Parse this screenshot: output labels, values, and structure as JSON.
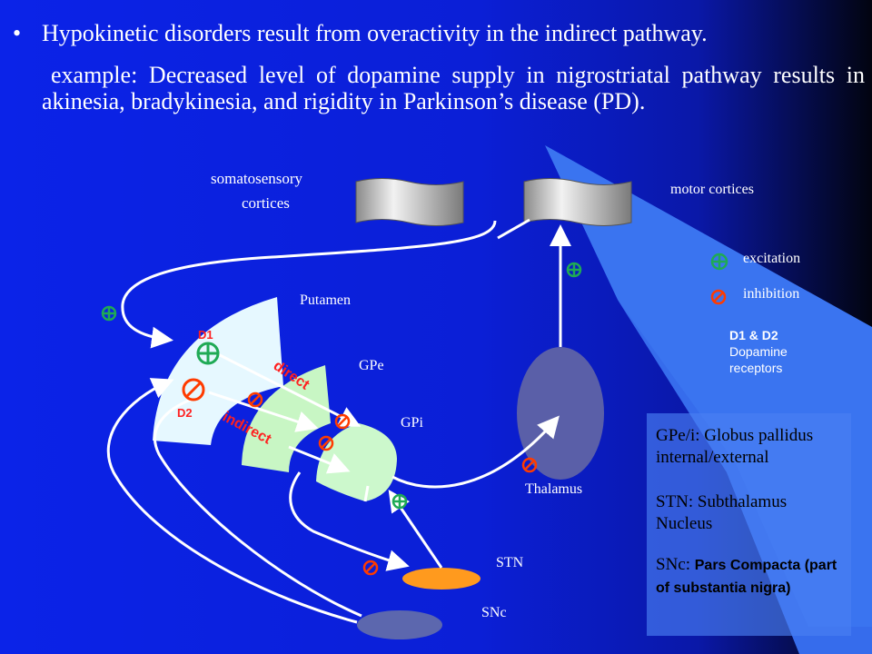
{
  "slide": {
    "bullet_char": "•",
    "heading": "Hypokinetic disorders result from overactivity in the indirect pathway.",
    "paragraph": "example: Decreased level of dopamine supply in nigrostriatal pathway results in akinesia, bradykinesia, and rigidity in Parkinson’s disease (PD)."
  },
  "diagram": {
    "somatosensory_line1": "somatosensory",
    "somatosensory_line2": "cortices",
    "motor_cortices": "motor cortices",
    "putamen": "Putamen",
    "gpe": "GPe",
    "gpi": "GPi",
    "thalamus": "Thalamus",
    "stn": "STN",
    "snc": "SNc",
    "d1": "D1",
    "d2": "D2",
    "direct": "direct",
    "indirect": "indirect"
  },
  "legend": {
    "excitation": "excitation",
    "inhibition": "inhibition",
    "dopamine_prefix": "D1 & D2",
    "dopamine_rest": "Dopamine receptors"
  },
  "abbreviations": {
    "gpe_gpi": "GPe/i: Globus pallidus internal/external",
    "stn": "STN: Subthalamus Nucleus",
    "snc_prefix": "SNc: ",
    "snc_rest": "Pars Compacta (part of substantia nigra)"
  },
  "colors": {
    "excitation": "#1faa55",
    "inhibition": "#ff3b00",
    "background": "#0b23e8",
    "red_text": "#ff2020"
  }
}
